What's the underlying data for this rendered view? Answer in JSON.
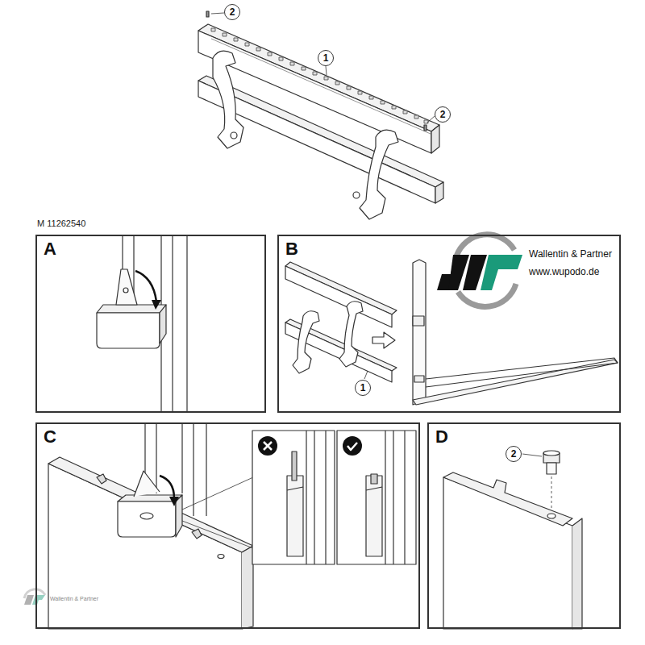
{
  "diagram": {
    "nodes": [
      {
        "text": [
          "2"
        ]
      },
      {
        "text": [
          "1"
        ]
      },
      {
        "text": [
          "2"
        ]
      },
      {
        "text": [
          "A"
        ]
      },
      {
        "text": [
          "B"
        ]
      },
      {
        "text": [
          "1"
        ],
        "in": 4
      },
      {
        "text": [
          "C"
        ]
      },
      {
        "text": [
          "D"
        ]
      },
      {
        "text": [
          "2"
        ],
        "in": 7
      }
    ],
    "labels": [
      "M 11262540",
      "Wallentin & Partner",
      "www.wupodo.de",
      "Wallentin & Partner"
    ]
  }
}
